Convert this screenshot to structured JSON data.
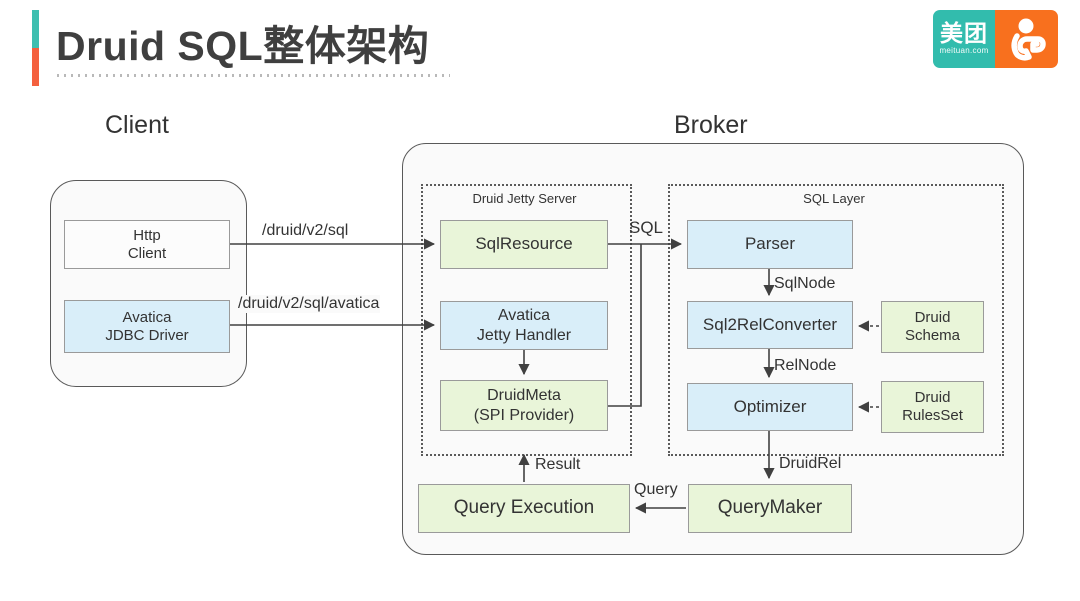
{
  "header": {
    "title": "Druid SQL整体架构",
    "logo": {
      "name_cn": "美团",
      "url": "meituan.com",
      "teal": "#32bcad",
      "orange": "#f8701e"
    },
    "accent_teal": "#3ebfb0",
    "accent_orange": "#f4603e"
  },
  "sections": {
    "client_caption": "Client",
    "broker_caption": "Broker"
  },
  "groups": {
    "jetty_label": "Druid Jetty Server",
    "sql_layer_label": "SQL Layer"
  },
  "nodes": {
    "http_client": "Http\nClient",
    "avatica_driver": "Avatica\nJDBC Driver",
    "sqlresource": "SqlResource",
    "avatica_handler": "Avatica\nJetty Handler",
    "druidmeta": "DruidMeta\n(SPI Provider)",
    "parser": "Parser",
    "sql2rel": "Sql2RelConverter",
    "optimizer": "Optimizer",
    "druid_schema": "Druid\nSchema",
    "druid_rules": "Druid\nRulesSet",
    "query_execution": "Query Execution",
    "querymaker": "QueryMaker"
  },
  "edges": {
    "druid_v2_sql": "/druid/v2/sql",
    "druid_v2_sql_avatica": "/druid/v2/sql/avatica",
    "sql": "SQL",
    "sqlnode": "SqlNode",
    "relnode": "RelNode",
    "druidrel": "DruidRel",
    "result": "Result",
    "query": "Query"
  },
  "colors": {
    "green_fill": "#e9f5d9",
    "blue_fill": "#d9eef9",
    "node_border": "#9a9a9a",
    "panel_fill": "#fafafa",
    "panel_border": "#595959",
    "edge_stroke": "#404040"
  }
}
